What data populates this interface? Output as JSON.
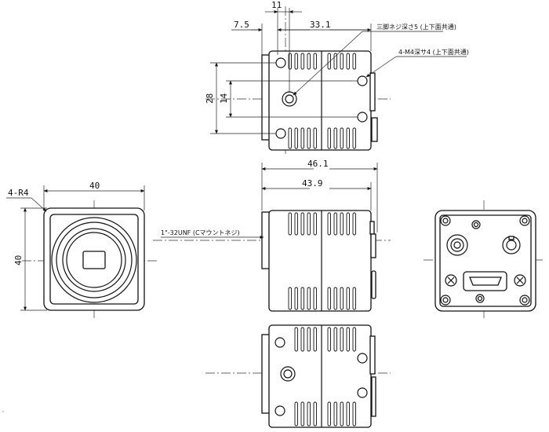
{
  "dimensions": {
    "top_offset": "11",
    "top_left": "7.5",
    "top_length": "33.1",
    "top_height": "28",
    "top_inner": "14",
    "side_total": "46.1",
    "side_body": "43.9",
    "front_width": "40",
    "front_height": "40",
    "corner_radius": "4-R4"
  },
  "notes": {
    "tripod_hole": "三脚ネジ深さ5 (上下面共通)",
    "m4_holes": "4-M4深サ4 (上下面共通)",
    "mount": "1\"-32UNF (Cマウントネジ)"
  },
  "icons": [
    "tripod-screw-hole-icon",
    "m4-screw-hole-icon",
    "c-mount-lens-icon",
    "hdmi-port-icon",
    "dc-jack-icon",
    "cross-screw-icon"
  ]
}
